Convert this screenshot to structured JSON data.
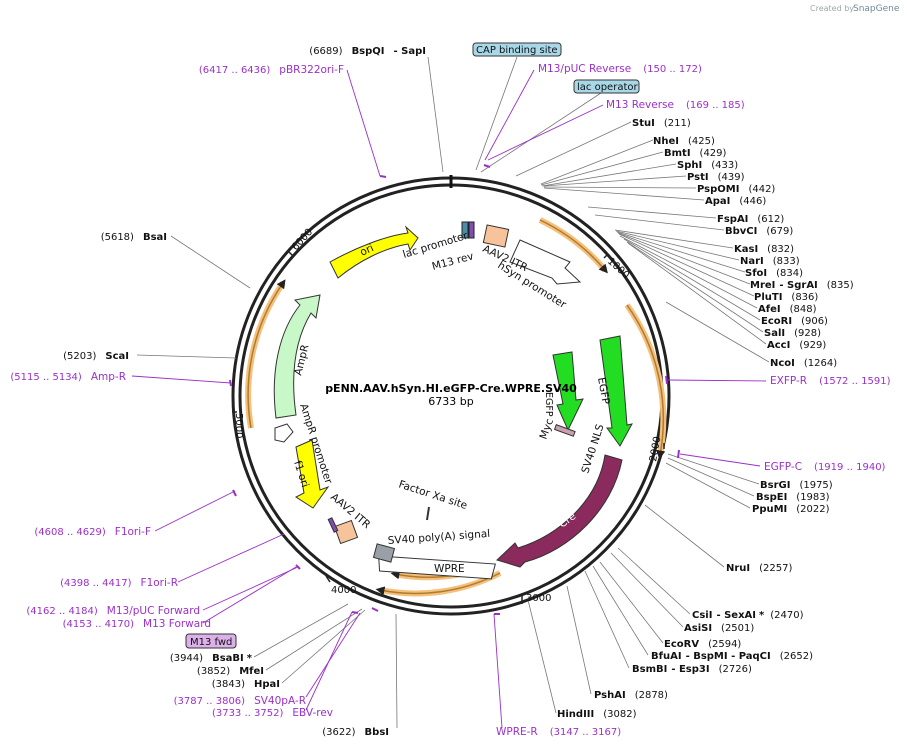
{
  "brand": {
    "created_by": "Created by",
    "name": "SnapGene"
  },
  "plasmid": {
    "name": "pENN.AAV.hSyn.HI.eGFP-Cre.WPRE.SV40",
    "size": "6733 bp"
  },
  "ruler": [
    "1000",
    "2000",
    "3000",
    "4000",
    "5000",
    "6000"
  ],
  "sites": [
    {
      "pos": "(6689)",
      "name": "BspQI",
      "extra": "- SapI",
      "star": ""
    },
    {
      "pos": "(211)",
      "name": "StuI",
      "extra": "",
      "star": ""
    },
    {
      "pos": "(425)",
      "name": "NheI",
      "extra": "",
      "star": ""
    },
    {
      "pos": "(429)",
      "name": "BmtI",
      "extra": "",
      "star": ""
    },
    {
      "pos": "(433)",
      "name": "SphI",
      "extra": "",
      "star": ""
    },
    {
      "pos": "(439)",
      "name": "PstI",
      "extra": "",
      "star": ""
    },
    {
      "pos": "(442)",
      "name": "PspOMI",
      "extra": "",
      "star": ""
    },
    {
      "pos": "(446)",
      "name": "ApaI",
      "extra": "",
      "star": ""
    },
    {
      "pos": "(612)",
      "name": "FspAI",
      "extra": "",
      "star": ""
    },
    {
      "pos": "(679)",
      "name": "BbvCI",
      "extra": "",
      "star": ""
    },
    {
      "pos": "(832)",
      "name": "KasI",
      "extra": "",
      "star": ""
    },
    {
      "pos": "(833)",
      "name": "NarI",
      "extra": "",
      "star": ""
    },
    {
      "pos": "(834)",
      "name": "SfoI",
      "extra": "",
      "star": ""
    },
    {
      "pos": "(835)",
      "name": "MreI",
      "extra": "- SgrAI",
      "star": ""
    },
    {
      "pos": "(836)",
      "name": "PluTI",
      "extra": "",
      "star": ""
    },
    {
      "pos": "(848)",
      "name": "AfeI",
      "extra": "",
      "star": ""
    },
    {
      "pos": "(906)",
      "name": "EcoRI",
      "extra": "",
      "star": ""
    },
    {
      "pos": "(928)",
      "name": "SalI",
      "extra": "",
      "star": ""
    },
    {
      "pos": "(929)",
      "name": "AccI",
      "extra": "",
      "star": ""
    },
    {
      "pos": "(1264)",
      "name": "NcoI",
      "extra": "",
      "star": ""
    },
    {
      "pos": "(1975)",
      "name": "BsrGI",
      "extra": "",
      "star": ""
    },
    {
      "pos": "(1983)",
      "name": "BspEI",
      "extra": "",
      "star": ""
    },
    {
      "pos": "(2022)",
      "name": "PpuMI",
      "extra": "",
      "star": ""
    },
    {
      "pos": "(2257)",
      "name": "NruI",
      "extra": "",
      "star": ""
    },
    {
      "pos": "(2470)",
      "name": "CsiI",
      "extra": "- SexAI",
      "star": "*"
    },
    {
      "pos": "(2501)",
      "name": "AsiSI",
      "extra": "",
      "star": ""
    },
    {
      "pos": "(2594)",
      "name": "EcoRV",
      "extra": "",
      "star": ""
    },
    {
      "pos": "(2652)",
      "name": "BfuAI",
      "extra": "- BspMI - PaqCI",
      "star": ""
    },
    {
      "pos": "(2726)",
      "name": "BsmBI",
      "extra": "- Esp3I",
      "star": ""
    },
    {
      "pos": "(2878)",
      "name": "PshAI",
      "extra": "",
      "star": ""
    },
    {
      "pos": "(3082)",
      "name": "HindIII",
      "extra": "",
      "star": ""
    },
    {
      "pos": "(3622)",
      "name": "BbsI",
      "extra": "",
      "star": ""
    },
    {
      "pos": "(3843)",
      "name": "HpaI",
      "extra": "",
      "star": ""
    },
    {
      "pos": "(3852)",
      "name": "MfeI",
      "extra": "",
      "star": ""
    },
    {
      "pos": "(3944)",
      "name": "BsaBI",
      "extra": "",
      "star": "*"
    },
    {
      "pos": "(5203)",
      "name": "ScaI",
      "extra": "",
      "star": ""
    },
    {
      "pos": "(5618)",
      "name": "BsaI",
      "extra": "",
      "star": ""
    }
  ],
  "primers": [
    {
      "name": "pBR322ori-F",
      "range": "(6417 .. 6436)"
    },
    {
      "name": "M13/pUC Reverse",
      "range": "(150 .. 172)"
    },
    {
      "name": "M13 Reverse",
      "range": "(169 .. 185)"
    },
    {
      "name": "EXFP-R",
      "range": "(1572 .. 1591)"
    },
    {
      "name": "EGFP-C",
      "range": "(1919 .. 1940)"
    },
    {
      "name": "WPRE-R",
      "range": "(3147 .. 3167)"
    },
    {
      "name": "EBV-rev",
      "range": "(3733 .. 3752)"
    },
    {
      "name": "SV40pA-R",
      "range": "(3787 .. 3806)"
    },
    {
      "name": "M13 Forward",
      "range": "(4153 .. 4170)"
    },
    {
      "name": "M13/pUC Forward",
      "range": "(4162 .. 4184)"
    },
    {
      "name": "F1ori-R",
      "range": "(4398 .. 4417)"
    },
    {
      "name": "F1ori-F",
      "range": "(4608 .. 4629)"
    },
    {
      "name": "Amp-R",
      "range": "(5115 .. 5134)"
    }
  ],
  "boxed": [
    "CAP binding site",
    "lac operator",
    "M13 fwd"
  ],
  "features": {
    "lac_promoter": "lac promoter",
    "m13_rev": "M13 rev",
    "aav2_itr_top": "AAV2 ITR",
    "hsyn": "hSyn promoter",
    "egfp_in": "EGFP",
    "egfp": "EGFP",
    "myc": "Myc",
    "sv40nls": "SV40 NLS",
    "cre": "Cre",
    "wpre": "WPRE",
    "sv40pa": "SV40 poly(A) signal",
    "factor_xa": "Factor Xa site",
    "aav2_itr_bot": "AAV2 ITR",
    "f1ori": "f1 ori",
    "ampr_promoter": "AmpR promoter",
    "ampr": "AmpR",
    "ori": "ori"
  },
  "colors": {
    "primer": "#9b30c9",
    "egfp": "#22dd22",
    "cre": "#8b2a5c",
    "ori": "#ffff00",
    "ampr": "#c8f7c8",
    "orange_track": "#f5c07a",
    "aav2_itr": "#f7c39b",
    "feature_box": "#a8d8e8"
  }
}
